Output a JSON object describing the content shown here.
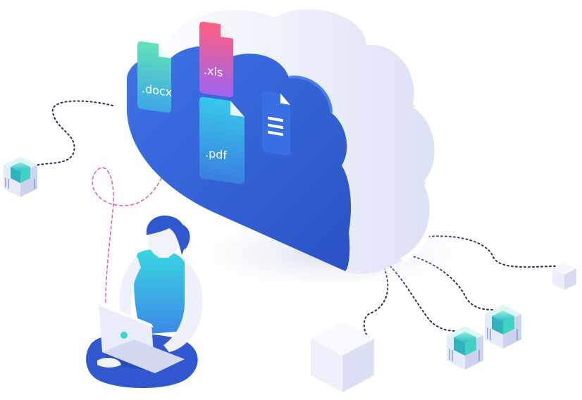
{
  "files": {
    "docx": ".docx",
    "xls": ".xls",
    "pdf": ".pdf"
  },
  "colors": {
    "cloud_face": "#2f5fd3",
    "cloud_body": "#eef0fb",
    "docx_top": "#5fe3b8",
    "docx_bottom": "#3fa6e6",
    "xls_top": "#ff5f7e",
    "xls_bottom": "#9f63f0",
    "pdf_top": "#38c9ea",
    "pdf_bottom": "#3a7fe0",
    "doc_blue": "#3a6fe2",
    "connector_dark": "#1e2f5e",
    "connector_pink": "#e064b4",
    "server_teal": "#38d0c2"
  },
  "icons": {
    "cloud": "cloud-storage-icon",
    "document": "text-document-icon",
    "server": "server-node-icon",
    "cube": "box-cube-icon",
    "person": "person-laptop-icon"
  }
}
